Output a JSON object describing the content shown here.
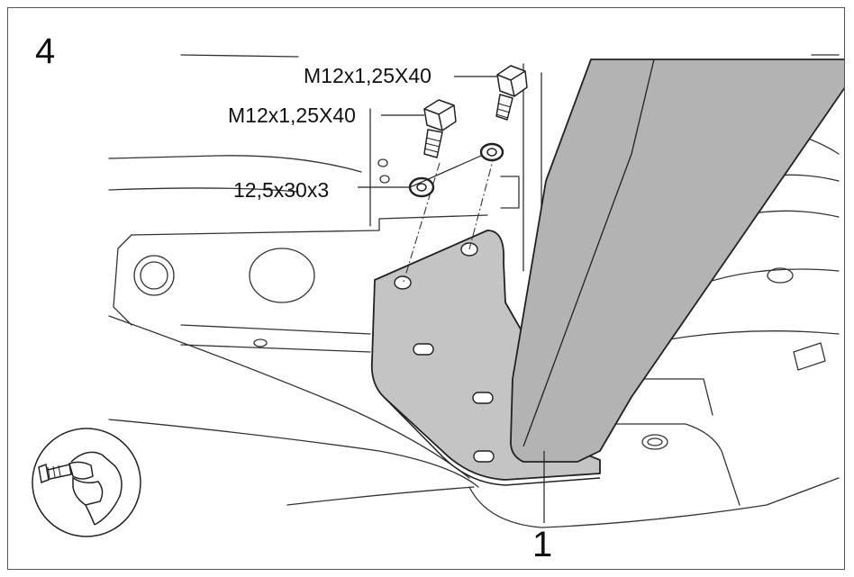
{
  "step_number": "4",
  "callouts": {
    "bolt_top": "M12x1,25X40",
    "bolt_lower": "M12x1,25X40",
    "washer": "12,5x30x3"
  },
  "part_number": "1",
  "colors": {
    "plate_fill": "#c4c4c4",
    "tube_fill": "#b3b3b3",
    "line": "#222222",
    "background": "#ffffff"
  }
}
